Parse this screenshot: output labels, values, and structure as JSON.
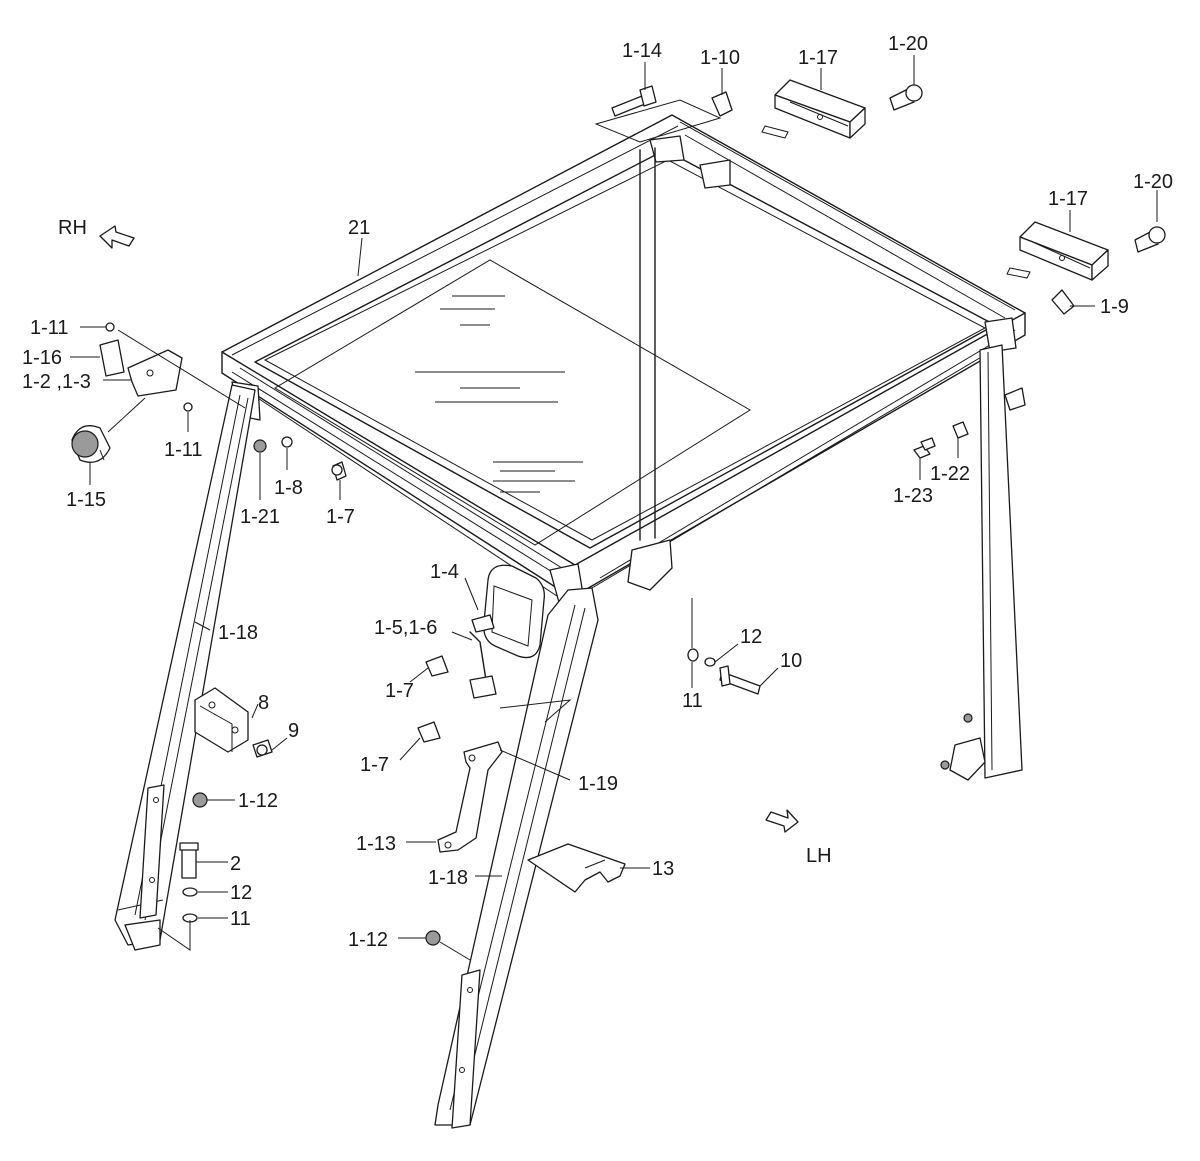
{
  "direction_labels": {
    "rh": "RH",
    "lh": "LH"
  },
  "callouts": {
    "c_1_14": "1-14",
    "c_1_10": "1-10",
    "c_1_17_top": "1-17",
    "c_1_20_top": "1-20",
    "c_1_17_right": "1-17",
    "c_1_20_right": "1-20",
    "c_1_9": "1-9",
    "c_21": "21",
    "c_1_11_top": "1-11",
    "c_1_16": "1-16",
    "c_1_2_1_3": "1-2 ,1-3",
    "c_1_11_mid": "1-11",
    "c_1_15": "1-15",
    "c_1_21": "1-21",
    "c_1_8": "1-8",
    "c_1_7_upper": "1-7",
    "c_1_22": "1-22",
    "c_1_23": "1-23",
    "c_1_18_left": "1-18",
    "c_1_4": "1-4",
    "c_1_5_1_6": "1-5,1-6",
    "c_1_7_mirror": "1-7",
    "c_12_right": "12",
    "c_10": "10",
    "c_11_right": "11",
    "c_8": "8",
    "c_9": "9",
    "c_1_7_handle": "1-7",
    "c_1_19": "1-19",
    "c_1_12_left": "1-12",
    "c_2": "2",
    "c_12_left": "12",
    "c_11_left": "11",
    "c_1_13": "1-13",
    "c_13": "13",
    "c_1_18_right": "1-18",
    "c_1_12_bottom": "1-12"
  }
}
